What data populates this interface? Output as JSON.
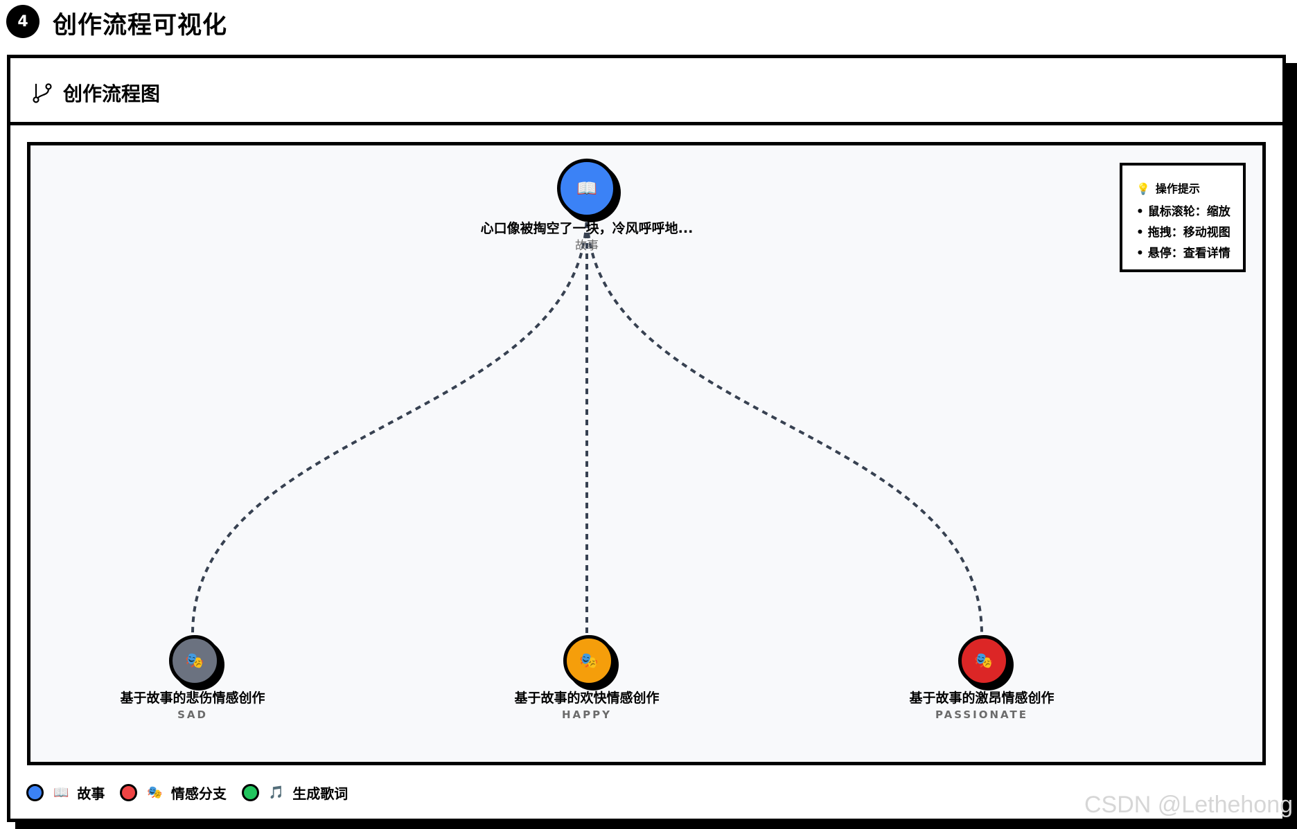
{
  "section": {
    "number": "4",
    "title": "创作流程可视化"
  },
  "card": {
    "title": "创作流程图",
    "icon": "git-branch-icon"
  },
  "flow": {
    "root": {
      "icon": "📖",
      "label": "心口像被掏空了一块，冷风呼呼地...",
      "type": "故事",
      "color": "#3b82f6"
    },
    "children": [
      {
        "icon": "🎭",
        "label": "基于故事的悲伤情感创作",
        "emotion": "SAD",
        "color": "#6b7280"
      },
      {
        "icon": "🎭",
        "label": "基于故事的欢快情感创作",
        "emotion": "HAPPY",
        "color": "#f59e0b"
      },
      {
        "icon": "🎭",
        "label": "基于故事的激昂情感创作",
        "emotion": "PASSIONATE",
        "color": "#dc2626"
      }
    ],
    "edge_color": "#374151"
  },
  "hint": {
    "icon": "💡",
    "title": "操作提示",
    "items": [
      "鼠标滚轮：缩放",
      "拖拽：移动视图",
      "悬停：查看详情"
    ]
  },
  "legend": [
    {
      "icon": "📖",
      "label": "故事",
      "color": "#3b82f6"
    },
    {
      "icon": "🎭",
      "label": "情感分支",
      "color": "#ef4444"
    },
    {
      "icon": "🎵",
      "label": "生成歌词",
      "color": "#22c55e"
    }
  ],
  "watermark": "CSDN @Lethehong"
}
